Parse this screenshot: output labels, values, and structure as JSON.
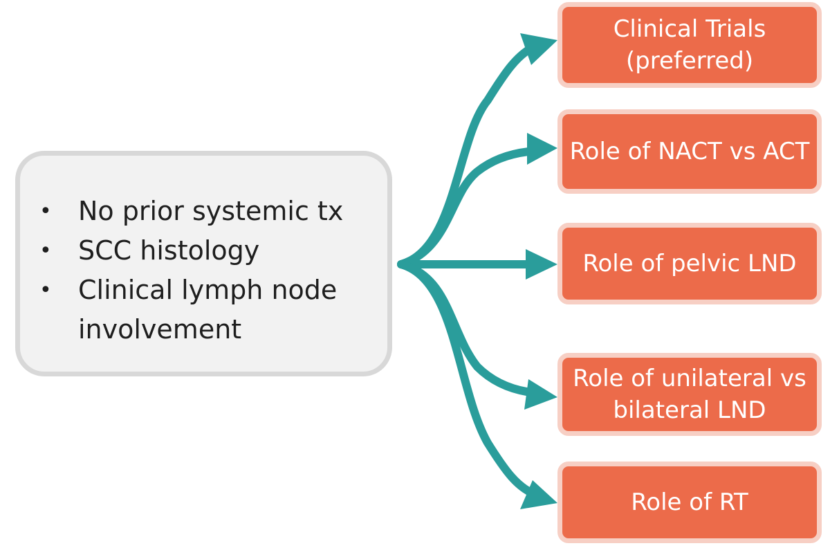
{
  "source": {
    "items": [
      "No prior systemic tx",
      "SCC histology",
      "Clinical lymph node involvement"
    ]
  },
  "options": [
    "Clinical Trials (preferred)",
    "Role of NACT vs ACT",
    "Role of pelvic LND",
    "Role of unilateral vs bilateral LND",
    "Role of RT"
  ],
  "colors": {
    "arrow": "#2a9d9b",
    "option_fill": "#ec6b4a",
    "option_border": "#f7cfc4",
    "source_fill": "#f2f2f2",
    "source_border": "#d8d8d8"
  }
}
